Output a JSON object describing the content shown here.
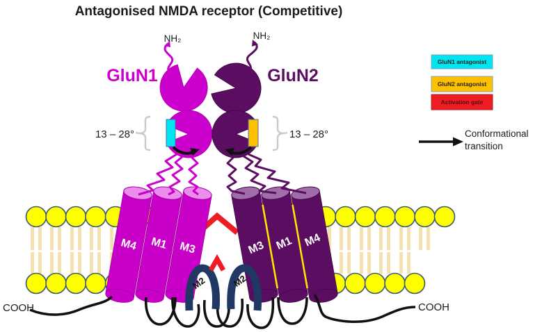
{
  "title": "Antagonised NMDA receptor (Competitive)",
  "subunits": {
    "left": "GluN1",
    "right": "GluN2"
  },
  "terminals": {
    "nh2_left": "NH₂",
    "nh2_right": "NH₂",
    "cooh_left": "COOH",
    "cooh_right": "COOH"
  },
  "angles": {
    "left": "13 – 28°",
    "right": "13 – 28°"
  },
  "cylinders": {
    "left": [
      "M4",
      "M1",
      "M3"
    ],
    "right": [
      "M3",
      "M1",
      "M4"
    ],
    "pore": [
      "M2",
      "M2"
    ]
  },
  "legend": {
    "items": [
      {
        "label": "GluN1 antagonist",
        "color": "#00e6f0"
      },
      {
        "label": "GluN2 antagonist",
        "color": "#ffc000"
      },
      {
        "label": "Activation gate",
        "color": "#ee1c25"
      }
    ],
    "conformational_line1": "Conformational",
    "conformational_line2": "transition"
  },
  "colors": {
    "glun1": "#cc00cc",
    "glun1_light": "#ec8cec",
    "glun2": "#5b0e61",
    "glun2_light": "#a06caa",
    "membrane_head": "#ffff00",
    "membrane_head_outline": "#3b5972",
    "membrane_tail": "#f4e3b1",
    "activation_gate": "#ee1c25",
    "pore_loop": "#1f3864",
    "glun1_antagonist": "#00e6f0",
    "glun2_antagonist": "#ffc000",
    "linker_black": "#111111",
    "brace_gray": "#c9c9c9"
  }
}
